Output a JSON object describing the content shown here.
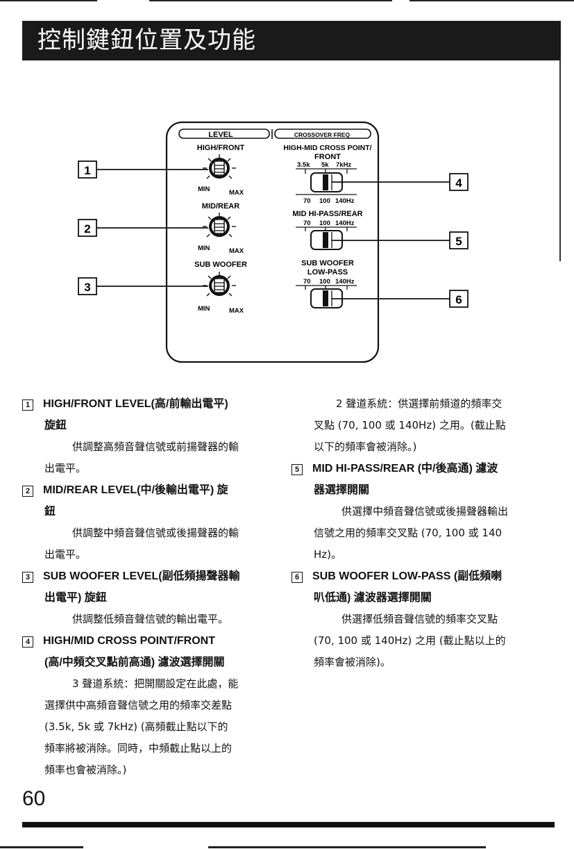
{
  "header": {
    "title": "控制鍵鈕位置及功能"
  },
  "diagram": {
    "callouts": [
      "1",
      "2",
      "3",
      "4",
      "5",
      "6"
    ],
    "level_label": "LEVEL",
    "crossover_label": "CROSSOVER FREQ",
    "knobs": [
      {
        "label": "HIGH/FRONT",
        "min": "MIN",
        "max": "MAX"
      },
      {
        "label": "MID/REAR",
        "min": "MIN",
        "max": "MAX"
      },
      {
        "label": "SUB WOOFER",
        "min": "MIN",
        "max": "MAX"
      }
    ],
    "switch1": {
      "label_line1": "HIGH-MID CROSS POINT/",
      "label_line2": "FRONT",
      "top_scale": [
        "3.5k",
        "5k",
        "7kHz"
      ],
      "bottom_scale": [
        "70",
        "100",
        "140Hz"
      ]
    },
    "switch2": {
      "label": "MID HI-PASS/REAR",
      "scale": [
        "70",
        "100",
        "140Hz"
      ]
    },
    "switch3": {
      "label_line1": "SUB WOOFER",
      "label_line2": "LOW-PASS",
      "scale": [
        "70",
        "100",
        "140Hz"
      ]
    }
  },
  "items_left": [
    {
      "num": "1",
      "heading": "HIGH/FRONT LEVEL(高/前輸出電平)",
      "heading_cont": "旋鈕",
      "body": [
        "供調整高頻音聲信號或前揚聲器的輸",
        "出電平。"
      ]
    },
    {
      "num": "2",
      "heading": "MID/REAR LEVEL(中/後輸出電平) 旋",
      "heading_cont": "鈕",
      "body": [
        "供調整中頻音聲信號或後揚聲器的輸",
        "出電平。"
      ]
    },
    {
      "num": "3",
      "heading": "SUB WOOFER LEVEL(副低頻揚聲器輸",
      "heading_cont": "出電平) 旋鈕",
      "body": [
        "供調整低頻音聲信號的輸出電平。"
      ]
    },
    {
      "num": "4",
      "heading": "HIGH/MID CROSS POINT/FRONT",
      "heading_cont": "(高/中頻交叉點前高通) 濾波選擇開關",
      "body": [
        "3 聲道系統：把開關設定在此處，能",
        "選擇供中高頻音聲信號之用的頻率交差點",
        "(3.5k, 5k 或 7kHz) (高頻截止點以下的",
        "頻率將被消除。同時，中頻截止點以上的",
        "頻率也會被消除。)"
      ]
    }
  ],
  "items_right": [
    {
      "num": "",
      "heading": "",
      "heading_cont": "",
      "body": [
        "2 聲道系統：供選擇前頻道的頻率交",
        "叉點 (70, 100 或 140Hz) 之用。(截止點",
        "以下的頻率會被消除。)"
      ]
    },
    {
      "num": "5",
      "heading": "MID HI-PASS/REAR (中/後高通) 濾波",
      "heading_cont": "器選擇開關",
      "body": [
        "供選擇中頻音聲信號或後揚聲器輸出",
        "信號之用的頻率交叉點 (70, 100 或 140",
        "Hz)。"
      ]
    },
    {
      "num": "6",
      "heading": "SUB WOOFER LOW-PASS (副低頻喇",
      "heading_cont": "叭低通) 濾波器選擇開關",
      "body": [
        "供選擇低頻音聲信號的頻率交叉點",
        "(70, 100 或 140Hz) 之用 (截止點以上的",
        "頻率會被消除)。"
      ]
    }
  ],
  "footer": {
    "page_number": "60"
  }
}
